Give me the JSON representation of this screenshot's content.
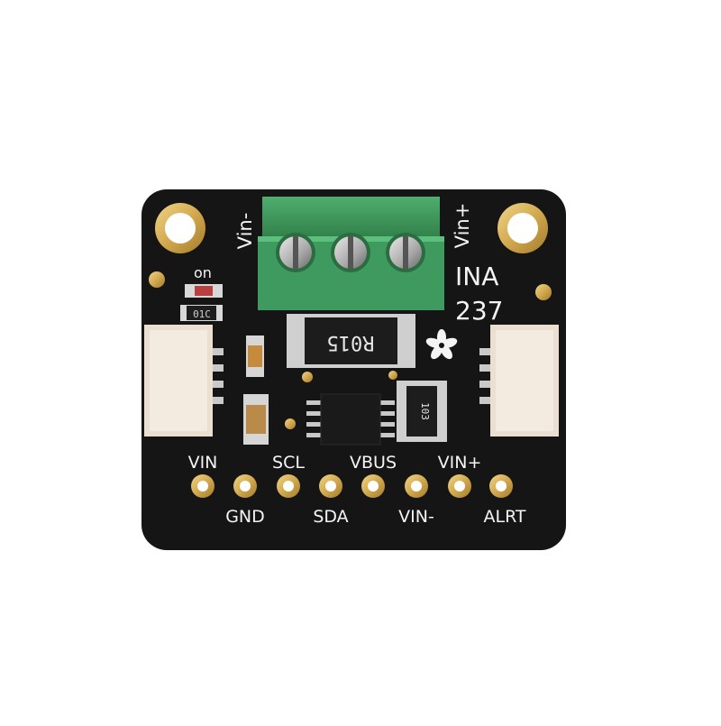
{
  "board": {
    "silkscreen": {
      "vin_minus_side": "Vin-",
      "vin_plus_side": "Vin+",
      "chip_name_line1": "INA",
      "chip_name_line2": "237",
      "led_label": "on"
    },
    "resistor_marking": "R015",
    "small_resistor_marking": "103",
    "smd_marking": "01C",
    "pins_top_labels": [
      "VIN",
      "SCL",
      "VBUS",
      "VIN+"
    ],
    "pins_bottom_labels": [
      "GND",
      "SDA",
      "VIN-",
      "ALRT"
    ],
    "colors": {
      "pcb": "#151515",
      "terminal_block": "#3f9a5f",
      "gold": "#d7b35a",
      "connector": "#eadfd0",
      "silkscreen": "#f4f4f4"
    },
    "icons": [
      "star-flower-logo-icon"
    ]
  }
}
